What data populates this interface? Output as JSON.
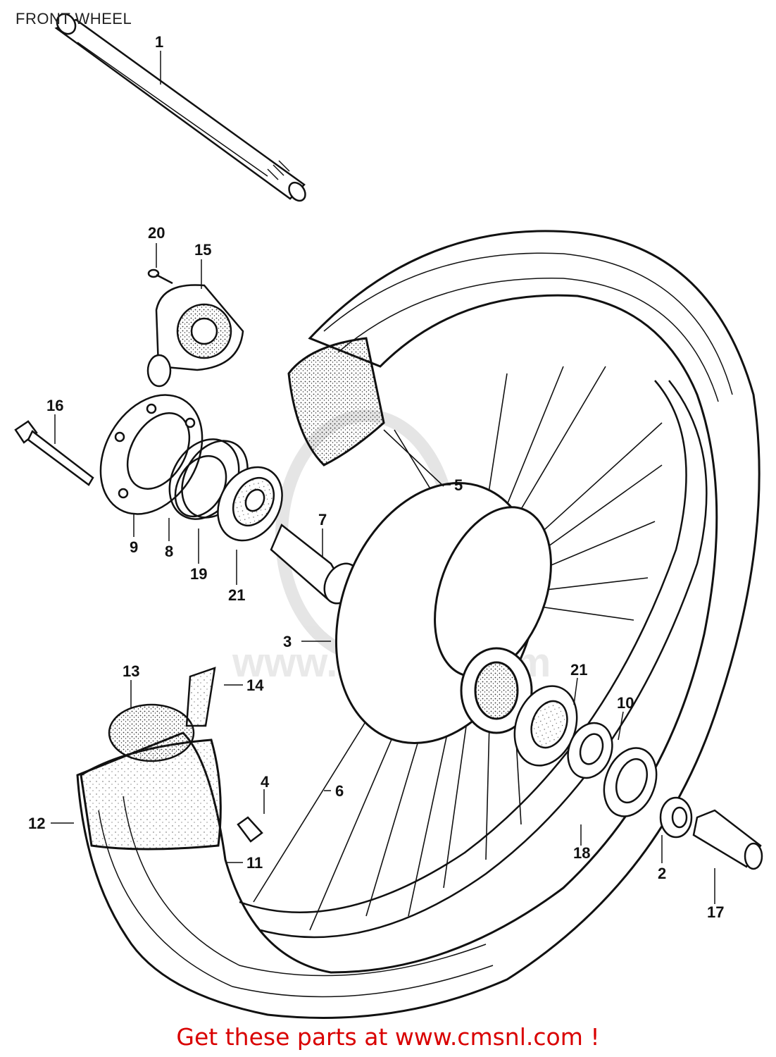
{
  "title": "FRONT WHEEL",
  "footer": "Get these parts at www.cmsnl.com !",
  "callouts": {
    "p1": "1",
    "p2": "2",
    "p3": "3",
    "p4": "4",
    "p5": "5",
    "p6": "6",
    "p7": "7",
    "p8": "8",
    "p9": "9",
    "p10": "10",
    "p11": "11",
    "p12": "12",
    "p13": "13",
    "p14": "14",
    "p15": "15",
    "p16": "16",
    "p17": "17",
    "p18": "18",
    "p19": "19",
    "p20": "20",
    "p21a": "21",
    "p21b": "21"
  },
  "watermark": "www.cmsnl.com"
}
